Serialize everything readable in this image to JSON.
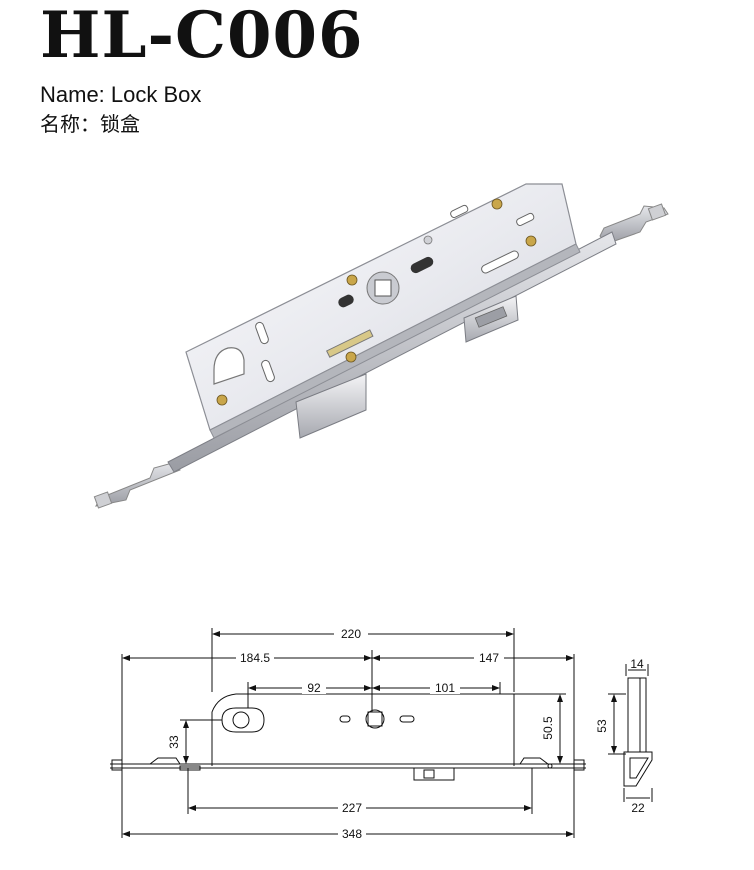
{
  "header": {
    "model": "HL-C006",
    "name_en": "Name: Lock Box",
    "name_cn": "名称：锁盒"
  },
  "drawing": {
    "dims": {
      "overall_length": "348",
      "faceplate_length": "220",
      "backset_left": "184.5",
      "backset_right": "147",
      "center_left": "92",
      "center_right": "101",
      "cylinder_height": "33",
      "case_height": "50.5",
      "side_height": "53",
      "side_top_width": "14",
      "side_bottom_width": "22",
      "bottom_span": "227"
    }
  }
}
